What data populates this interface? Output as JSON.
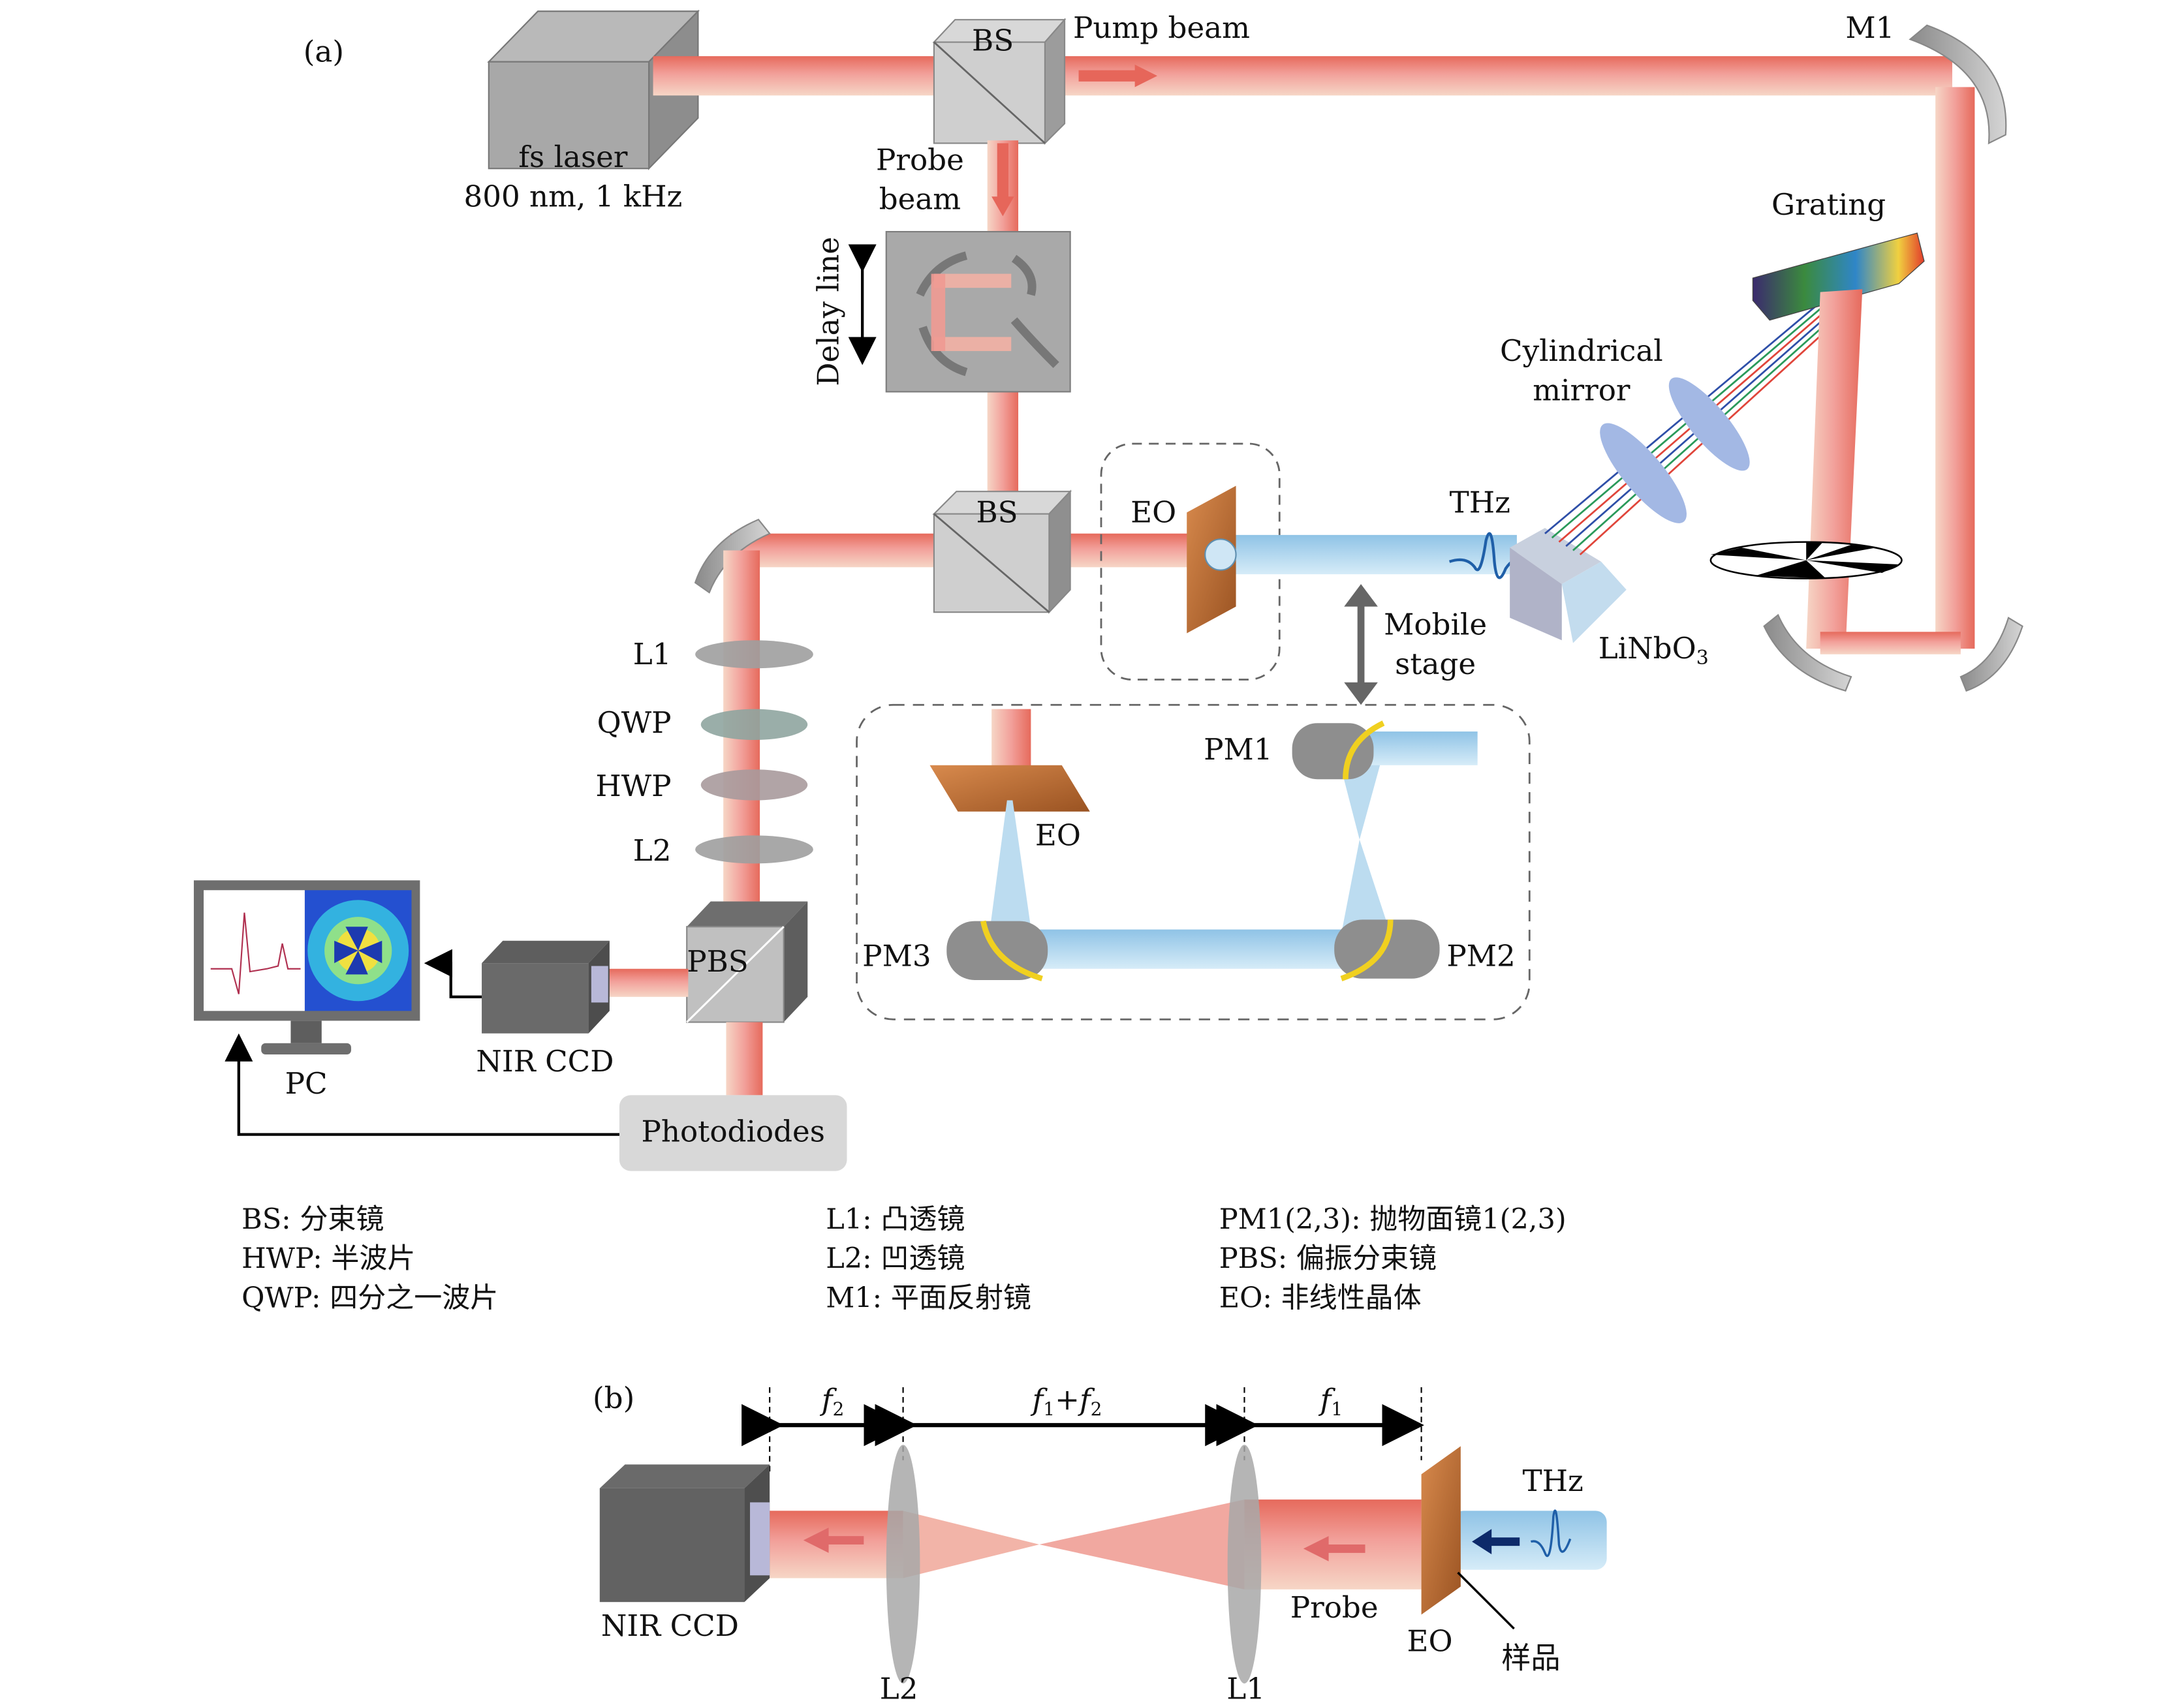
{
  "figure": {
    "panel_a_label": "(a)",
    "panel_b_label": "(b)"
  },
  "panel_a": {
    "laser": {
      "name": "fs laser",
      "spec": "800 nm, 1 kHz"
    },
    "bs_top": "BS",
    "pump_beam": "Pump beam",
    "probe_beam_line1": "Probe",
    "probe_beam_line2": "beam",
    "delay_line": "Delay line",
    "m1": "M1",
    "grating": "Grating",
    "cyl_mirror_line1": "Cylindrical",
    "cyl_mirror_line2": "mirror",
    "thz": "THz",
    "linbo3": "LiNbO",
    "linbo3_sub": "3",
    "bs_mid": "BS",
    "eo_top": "EO",
    "mobile_stage_line1": "Mobile",
    "mobile_stage_line2": "stage",
    "pm1": "PM1",
    "pm2": "PM2",
    "pm3": "PM3",
    "eo_inset": "EO",
    "l1": "L1",
    "qwp": "QWP",
    "hwp": "HWP",
    "l2": "L2",
    "pbs": "PBS",
    "nir_ccd": "NIR CCD",
    "pc": "PC",
    "photodiodes": "Photodiodes"
  },
  "legend": {
    "col1": [
      "BS: 分束镜",
      "HWP: 半波片",
      "QWP: 四分之一波片"
    ],
    "col2": [
      "L1: 凸透镜",
      "L2: 凹透镜",
      "M1: 平面反射镜"
    ],
    "col3": [
      "PM1(2,3): 抛物面镜1(2,3)",
      "PBS: 偏振分束镜",
      "EO: 非线性晶体"
    ]
  },
  "panel_b": {
    "f2": "f",
    "f2_sub": "2",
    "f1f2_a": "f",
    "f1f2_a_sub": "1",
    "f1f2_plus": "+",
    "f1f2_b": "f",
    "f1f2_b_sub": "2",
    "f1": "f",
    "f1_sub": "1",
    "nir_ccd": "NIR CCD",
    "l2": "L2",
    "l1": "L1",
    "probe": "Probe",
    "eo": "EO",
    "thz": "THz",
    "sample": "样品"
  },
  "colors": {
    "beam_red": "#e86a6a",
    "beam_light": "#f4c8b8",
    "thz_blue": "#a9d3ec",
    "eo_brown": "#b9672e",
    "box_gray": "#8f8f8f"
  }
}
